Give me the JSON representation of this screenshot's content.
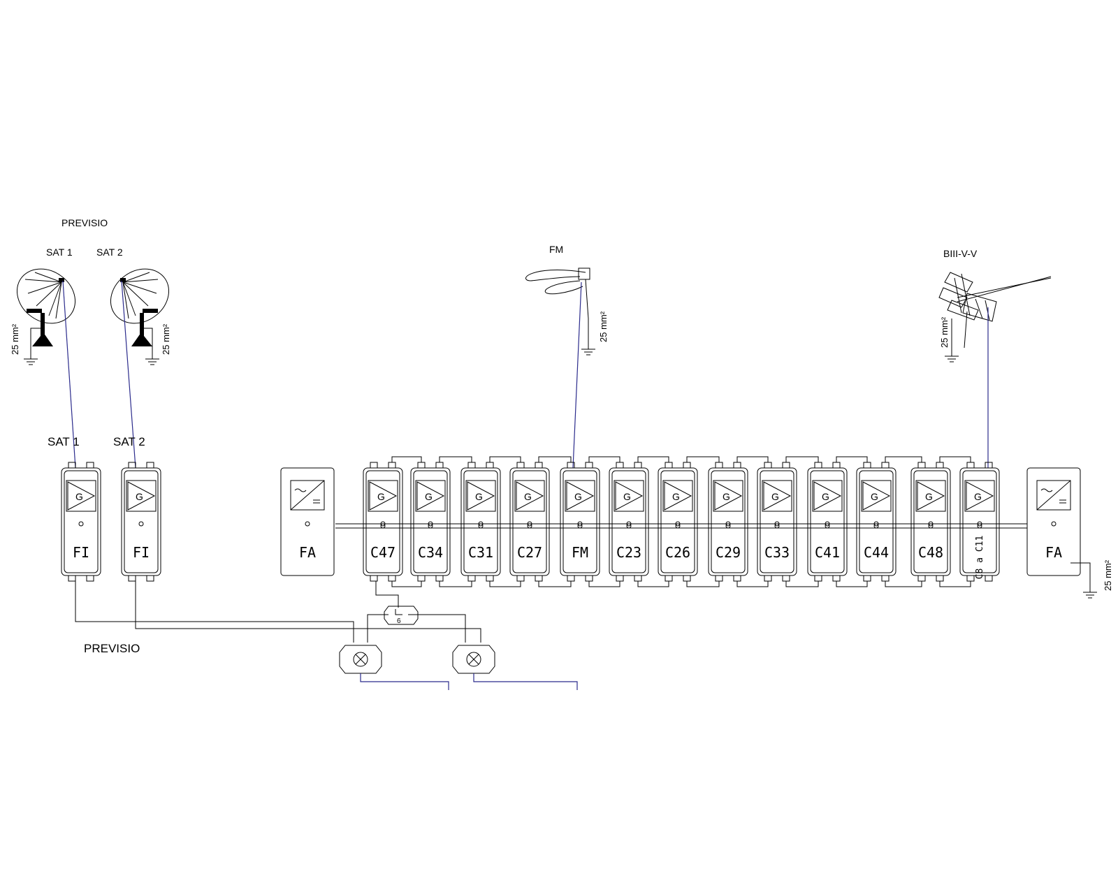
{
  "labels": {
    "previsio_top": "PREVISIO",
    "previsio_bottom": "PREVISIO",
    "sat1_dish": "SAT 1",
    "sat2_dish": "SAT 2",
    "sat1_amp": "SAT 1",
    "sat2_amp": "SAT 2",
    "fm_antenna": "FM",
    "biii_antenna": "BIII-V-V",
    "ground_section": "25 mm²",
    "splitter_value": "6"
  },
  "fi_modules": [
    {
      "label": "FI"
    },
    {
      "label": "FI"
    }
  ],
  "power_supplies": [
    {
      "label": "FA"
    },
    {
      "label": "FA"
    }
  ],
  "channel_modules": [
    {
      "label": "C47"
    },
    {
      "label": "C34"
    },
    {
      "label": "C31"
    },
    {
      "label": "C27"
    },
    {
      "label": "FM"
    },
    {
      "label": "C23"
    },
    {
      "label": "C26"
    },
    {
      "label": "C29"
    },
    {
      "label": "C33"
    },
    {
      "label": "C41"
    },
    {
      "label": "C44"
    },
    {
      "label": "C48"
    },
    {
      "label": "C8 a C11"
    }
  ],
  "colors": {
    "line": "#000000",
    "cable": "#2b2b8c",
    "background": "#ffffff"
  }
}
